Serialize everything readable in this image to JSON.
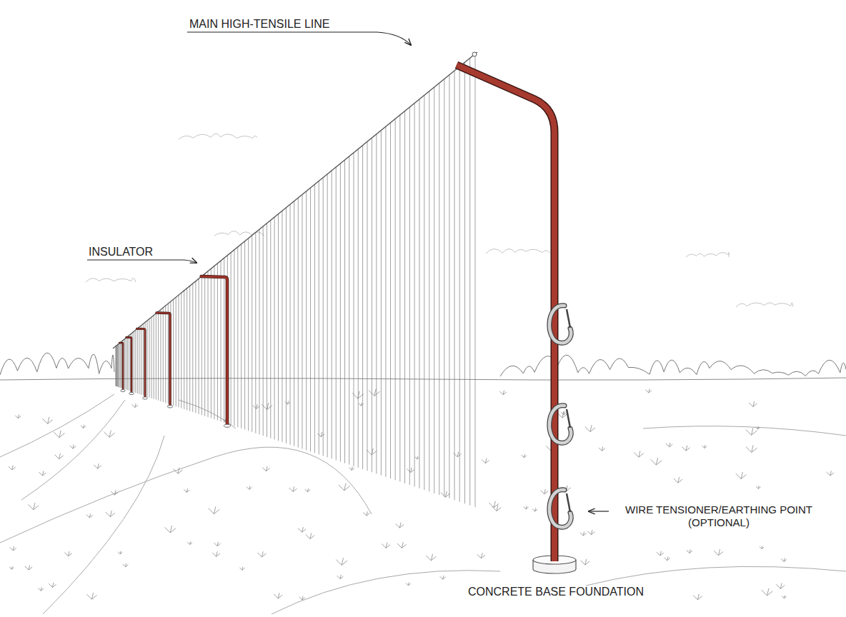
{
  "diagram": {
    "labels": [
      "MAIN HIGH-TENSILE LINE",
      "INSULATOR",
      "WIRE TENSIONER/EARTHING POINT (OPTIONAL)",
      "CONCRETE BASE FOUNDATION"
    ]
  }
}
